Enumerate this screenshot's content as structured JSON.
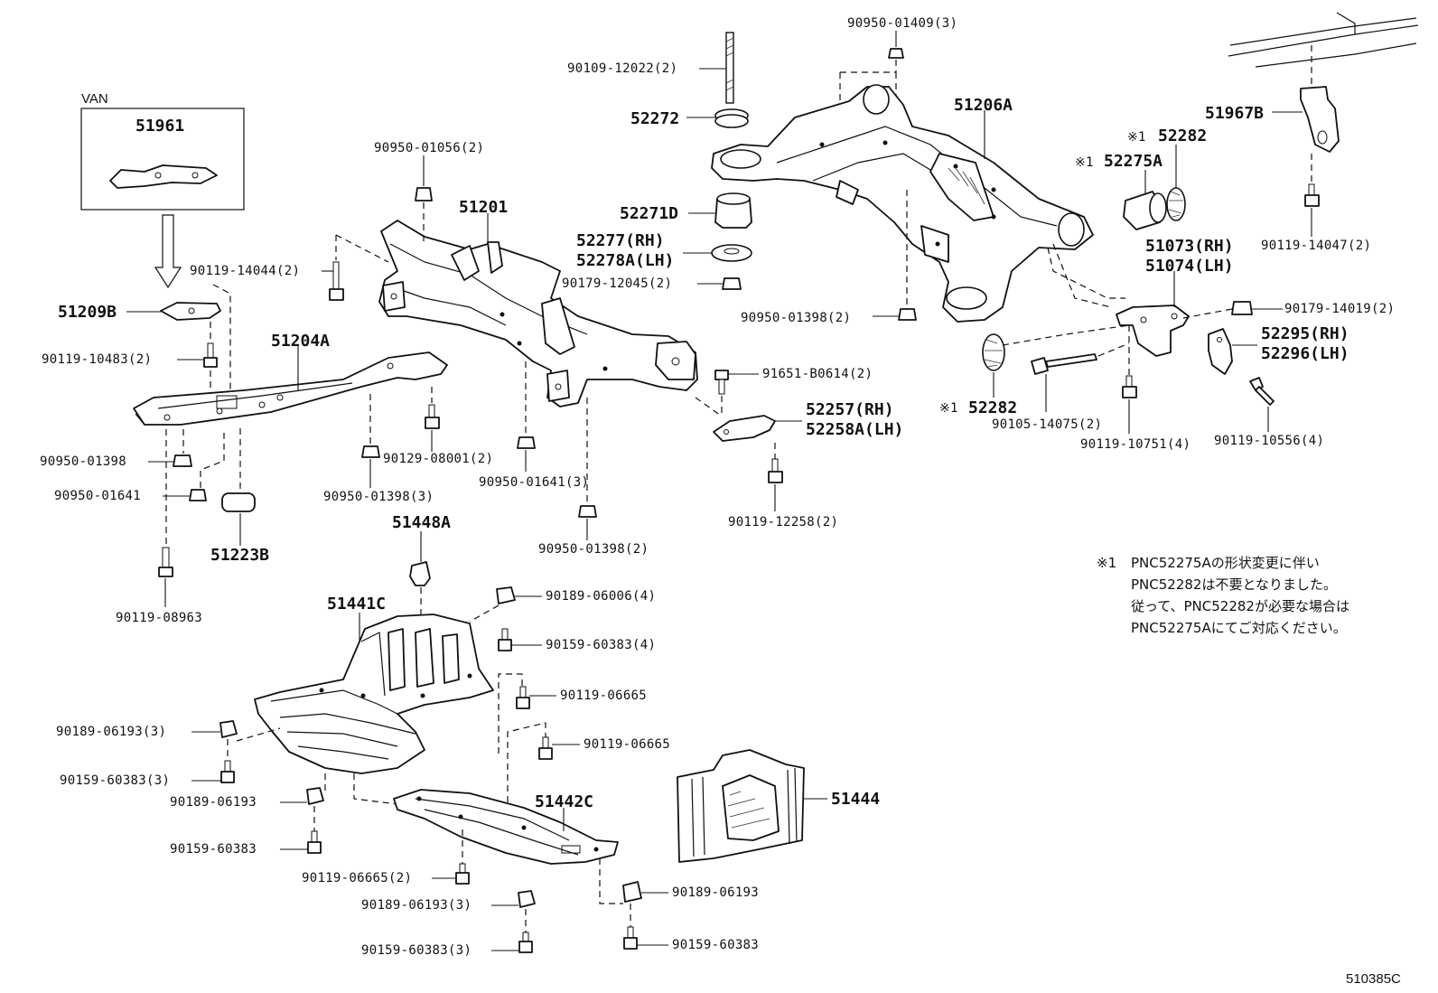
{
  "labels": {
    "van": "VAN",
    "p51961": "51961",
    "p51209b": "51209B",
    "p90119_10483": "90119-10483(2)",
    "p51204a": "51204A",
    "p90119_14044": "90119-14044(2)",
    "p90950_01398_a": "90950-01398",
    "p90950_01641_a": "90950-01641",
    "p51223b": "51223B",
    "p90119_08963": "90119-08963",
    "p90950_01398_3": "90950-01398(3)",
    "p90129_08001": "90129-08001(2)",
    "p90950_01056": "90950-01056(2)",
    "p51201": "51201",
    "p90950_01641_3": "90950-01641(3)",
    "p90950_01398_2b": "90950-01398(2)",
    "p90109_12022": "90109-12022(2)",
    "p52272": "52272",
    "p52271d": "52271D",
    "p52277": "52277(RH)",
    "p52278a": "52278A(LH)",
    "p90179_12045": "90179-12045(2)",
    "p90950_01409": "90950-01409(3)",
    "p51206a": "51206A",
    "p90950_01398_2c": "90950-01398(2)",
    "p91651_b0614": "91651-B0614(2)",
    "p52257": "52257(RH)",
    "p52258a": "52258A(LH)",
    "p90119_12258": "90119-12258(2)",
    "p51967b": "51967B",
    "p52282_top": "52282",
    "p52275a": "52275A",
    "ref_mark_1": "※1",
    "ref_mark_2": "※1",
    "ref_mark_3": "※1",
    "p90119_14047": "90119-14047(2)",
    "p51073": "51073(RH)",
    "p51074": "51074(LH)",
    "p90179_14019": "90179-14019(2)",
    "p52295": "52295(RH)",
    "p52296": "52296(LH)",
    "p52282_bot": "52282",
    "p90105_14075": "90105-14075(2)",
    "p90119_10751": "90119-10751(4)",
    "p90119_10556": "90119-10556(4)",
    "p51448a": "51448A",
    "p51441c": "51441C",
    "p90189_06006": "90189-06006(4)",
    "p90159_60383_4": "90159-60383(4)",
    "p90119_06665_a": "90119-06665",
    "p90119_06665_b": "90119-06665",
    "p90189_06193_3a": "90189-06193(3)",
    "p90159_60383_3a": "90159-60383(3)",
    "p90189_06193_a": "90189-06193",
    "p90159_60383_a": "90159-60383",
    "p51442c": "51442C",
    "p90119_06665_2": "90119-06665(2)",
    "p90189_06193_3b": "90189-06193(3)",
    "p90159_60383_3b": "90159-60383(3)",
    "p90189_06193_b": "90189-06193",
    "p90159_60383_b": "90159-60383",
    "p51444": "51444",
    "diagram_code": "510385C"
  },
  "note": {
    "marker": "※1",
    "lines": [
      "PNC52275Aの形状変更に伴い",
      "PNC52282は不要となりました。",
      "従って、PNC52282が必要な場合は",
      "PNC52275Aにてご対応ください。"
    ]
  }
}
